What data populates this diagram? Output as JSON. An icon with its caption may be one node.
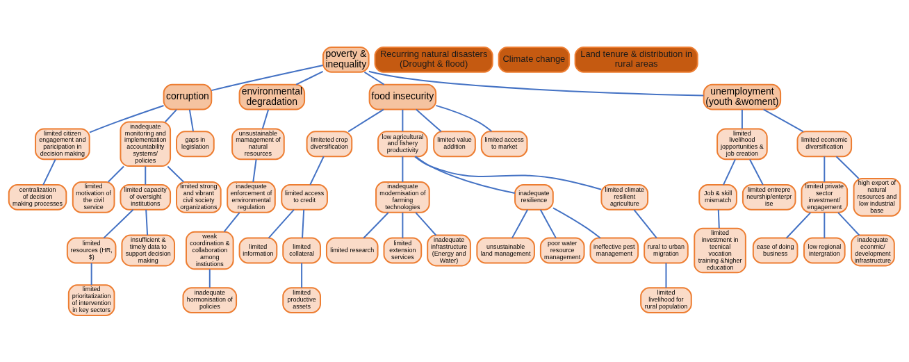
{
  "diagram": {
    "nodes": [
      {
        "text": [
          "poverty & inequality"
        ]
      },
      {
        "text": [
          "corruption"
        ]
      },
      {
        "text": [
          "environmental degradation"
        ]
      },
      {
        "text": [
          "food insecurity"
        ]
      },
      {
        "text": [
          "unemployment (youth &woment)"
        ]
      },
      {
        "text": [
          "limited citizen engagement and paricipation in decision making"
        ]
      },
      {
        "text": [
          "centralization of decision making processes"
        ]
      },
      {
        "text": [
          "inadequate monitoring and implementation accountability systems/ policies"
        ]
      },
      {
        "text": [
          "gaps in legislation"
        ]
      },
      {
        "text": [
          "limited motivation of the civil service"
        ]
      },
      {
        "text": [
          "limited capacity of oversight institutions"
        ]
      },
      {
        "text": [
          "limited strong and vibrant civil society organizations"
        ]
      },
      {
        "text": [
          "limited resources (HR, $)"
        ]
      },
      {
        "text": [
          "insufficient & timely data to support decision making"
        ]
      },
      {
        "text": [
          "limited prioritatization of intervention in key sectors"
        ]
      },
      {
        "text": [
          "unsustainable mamagement of natural resources"
        ]
      },
      {
        "text": [
          "inadequate enforcement of environmental regulation"
        ]
      },
      {
        "text": [
          "weak coordination & collaboration among instiutions"
        ]
      },
      {
        "text": [
          "inadequate hormonisation of policies"
        ]
      },
      {
        "text": [
          "limiteted crop diversification"
        ]
      },
      {
        "text": [
          "limited access to credit"
        ]
      },
      {
        "text": [
          "limited information"
        ]
      },
      {
        "text": [
          "limited collateral"
        ]
      },
      {
        "text": [
          "limited productive assets"
        ]
      },
      {
        "text": [
          "low agricultural and fishery productivity"
        ]
      },
      {
        "text": [
          "limited value addition"
        ]
      },
      {
        "text": [
          "limited access to market"
        ]
      },
      {
        "text": [
          "inadequate modernisation of farming technologies"
        ]
      },
      {
        "text": [
          "limited research"
        ]
      },
      {
        "text": [
          "limited extension services"
        ]
      },
      {
        "text": [
          "inadequate infrastructure (Energy and Water)"
        ]
      },
      {
        "text": [
          "inadequate resilience"
        ]
      },
      {
        "text": [
          "unsustainable land management"
        ]
      },
      {
        "text": [
          "poor water resource management"
        ]
      },
      {
        "text": [
          "ineffective pest management"
        ]
      },
      {
        "text": [
          "limited climate resilient agriculture"
        ]
      },
      {
        "text": [
          "rural to urban migration"
        ]
      },
      {
        "text": [
          "limited livelihood for rural population"
        ]
      },
      {
        "text": [
          "limited livelihood jopportunities & job creation"
        ]
      },
      {
        "text": [
          "Job & skill mismatch"
        ]
      },
      {
        "text": [
          "limited investment in tecnical vocation training &higher education"
        ]
      },
      {
        "text": [
          "limited entrepreneurship/enterprise"
        ]
      },
      {
        "text": [
          "limited economic diversification"
        ]
      },
      {
        "text": [
          "limited private sector investment/ engagement"
        ]
      },
      {
        "text": [
          "high export of natural resources and low industrial base"
        ]
      },
      {
        "text": [
          "ease of doing business"
        ]
      },
      {
        "text": [
          "low regional intergration"
        ]
      },
      {
        "text": [
          "inadequate econmic/ development infrastructure"
        ]
      },
      {
        "text": [
          "Recurring natural disasters (Drought & flood)"
        ]
      },
      {
        "text": [
          "Climate change"
        ]
      },
      {
        "text": [
          "Land tenure & distribution in rural areas"
        ]
      }
    ],
    "edges": [
      {
        "from": 0,
        "to": 1,
        "arrow": "none"
      },
      {
        "from": 0,
        "to": 2,
        "arrow": "none"
      },
      {
        "from": 0,
        "to": 3,
        "arrow": "none"
      },
      {
        "from": 0,
        "to": 4,
        "arrow": "none"
      },
      {
        "from": 1,
        "to": 5,
        "arrow": "none"
      },
      {
        "from": 5,
        "to": 6,
        "arrow": "none"
      },
      {
        "from": 1,
        "to": 7,
        "arrow": "none"
      },
      {
        "from": 1,
        "to": 8,
        "arrow": "none"
      },
      {
        "from": 7,
        "to": 9,
        "arrow": "none"
      },
      {
        "from": 7,
        "to": 10,
        "arrow": "none"
      },
      {
        "from": 7,
        "to": 11,
        "arrow": "none"
      },
      {
        "from": 10,
        "to": 12,
        "arrow": "none"
      },
      {
        "from": 10,
        "to": 13,
        "arrow": "none"
      },
      {
        "from": 12,
        "to": 14,
        "arrow": "none"
      },
      {
        "from": 2,
        "to": 15,
        "arrow": "none"
      },
      {
        "from": 15,
        "to": 16,
        "arrow": "none"
      },
      {
        "from": 16,
        "to": 17,
        "arrow": "none"
      },
      {
        "from": 17,
        "to": 18,
        "arrow": "none"
      },
      {
        "from": 3,
        "to": 19,
        "arrow": "none"
      },
      {
        "from": 19,
        "to": 20,
        "arrow": "none"
      },
      {
        "from": 20,
        "to": 21,
        "arrow": "none"
      },
      {
        "from": 20,
        "to": 22,
        "arrow": "none"
      },
      {
        "from": 22,
        "to": 23,
        "arrow": "none"
      },
      {
        "from": 3,
        "to": 24,
        "arrow": "none"
      },
      {
        "from": 3,
        "to": 25,
        "arrow": "none"
      },
      {
        "from": 3,
        "to": 26,
        "arrow": "none"
      },
      {
        "from": 24,
        "to": 27,
        "arrow": "none"
      },
      {
        "from": 27,
        "to": 28,
        "arrow": "none"
      },
      {
        "from": 27,
        "to": 29,
        "arrow": "none"
      },
      {
        "from": 27,
        "to": 30,
        "arrow": "none"
      },
      {
        "from": 24,
        "to": 31,
        "arrow": "none"
      },
      {
        "from": 31,
        "to": 32,
        "arrow": "none"
      },
      {
        "from": 31,
        "to": 33,
        "arrow": "none"
      },
      {
        "from": 31,
        "to": 34,
        "arrow": "none"
      },
      {
        "from": 24,
        "to": 35,
        "arrow": "none"
      },
      {
        "from": 35,
        "to": 36,
        "arrow": "none"
      },
      {
        "from": 36,
        "to": 37,
        "arrow": "none"
      },
      {
        "from": 4,
        "to": 38,
        "arrow": "none"
      },
      {
        "from": 38,
        "to": 39,
        "arrow": "none"
      },
      {
        "from": 39,
        "to": 40,
        "arrow": "none"
      },
      {
        "from": 38,
        "to": 41,
        "arrow": "none"
      },
      {
        "from": 4,
        "to": 42,
        "arrow": "none"
      },
      {
        "from": 42,
        "to": 43,
        "arrow": "none"
      },
      {
        "from": 42,
        "to": 44,
        "arrow": "none"
      },
      {
        "from": 43,
        "to": 45,
        "arrow": "none"
      },
      {
        "from": 43,
        "to": 46,
        "arrow": "none"
      },
      {
        "from": 43,
        "to": 47,
        "arrow": "none"
      }
    ]
  }
}
